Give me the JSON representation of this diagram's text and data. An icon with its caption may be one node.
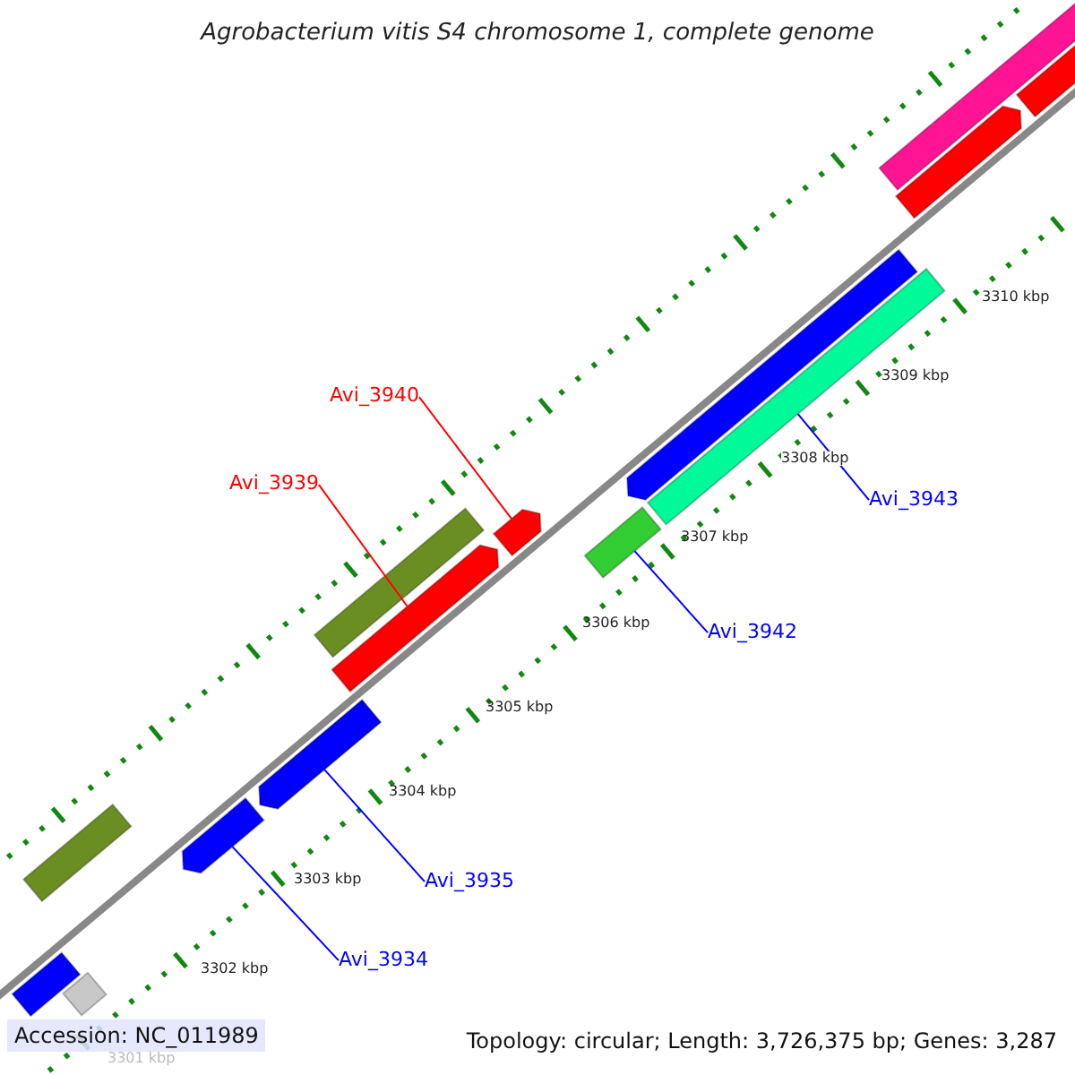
{
  "diagram": {
    "title": "Agrobacterium vitis S4 chromosome 1, complete genome",
    "nodes": [
      {
        "text": [
          "Avi_3940"
        ]
      },
      {
        "text": [],
        "shape": "arrow"
      },
      {
        "text": [
          "Avi_3939"
        ]
      },
      {
        "text": [],
        "shape": "arrow"
      },
      {
        "text": [
          "Avi_3943"
        ]
      },
      {
        "text": [],
        "shape": "bar"
      },
      {
        "text": [
          "Avi_3942"
        ]
      },
      {
        "text": [],
        "shape": "bar"
      },
      {
        "text": [
          "Avi_3935"
        ]
      },
      {
        "text": [],
        "shape": "arrow"
      },
      {
        "text": [
          "Avi_3934"
        ]
      },
      {
        "text": [],
        "shape": "arrow"
      },
      {
        "text": [],
        "shape": "bar"
      },
      {
        "text": [],
        "shape": "arrow"
      },
      {
        "text": [],
        "shape": "arrow"
      },
      {
        "text": [],
        "shape": "arrow"
      },
      {
        "text": [],
        "shape": "bar"
      },
      {
        "text": [],
        "shape": "arrow"
      },
      {
        "text": [],
        "shape": "bar"
      },
      {
        "text": [],
        "shape": "bar"
      },
      {
        "text": [],
        "shape": "bar"
      }
    ],
    "edges": [
      {
        "from": 0,
        "to": 1,
        "arrow": "none",
        "color": "#ff0000"
      },
      {
        "from": 2,
        "to": 3,
        "arrow": "none",
        "color": "#ff0000"
      },
      {
        "from": 4,
        "to": 5,
        "arrow": "none"
      },
      {
        "from": 6,
        "to": 7,
        "arrow": "none"
      },
      {
        "from": 8,
        "to": 9,
        "arrow": "none"
      },
      {
        "from": 10,
        "to": 11,
        "arrow": "none"
      }
    ],
    "labels": [
      "3310 kbp",
      "3309 kbp",
      "3308 kbp",
      "3307 kbp",
      "3306 kbp",
      "3305 kbp",
      "3304 kbp",
      "3303 kbp",
      "3302 kbp",
      "3301 kbp",
      "Accession: NC_011989",
      "Topology: circular; Length: 3,726,375 bp; Genes: 3,287"
    ]
  }
}
